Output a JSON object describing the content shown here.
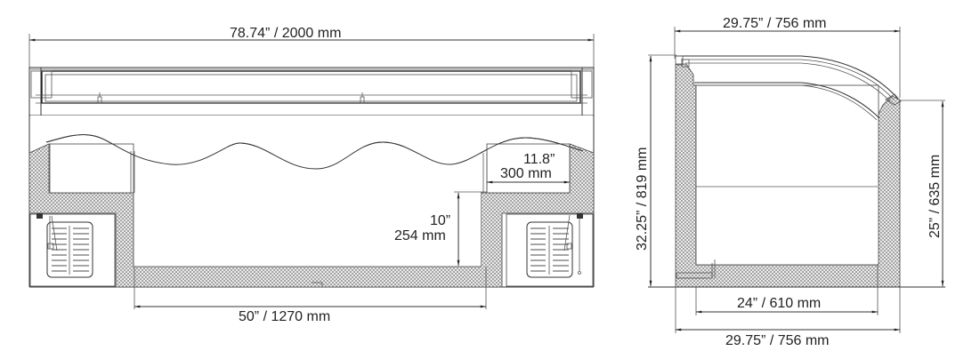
{
  "drawing": {
    "front_view": {
      "overall_width_label": "78.74” / 2000 mm",
      "inner_width_label": "50” / 1270 mm",
      "depth_label_in": "10”",
      "depth_label_mm": "254 mm",
      "shelf_label_in": "11.8”",
      "shelf_label_mm": "300 mm"
    },
    "side_view": {
      "top_width_label": "29.75” / 756 mm",
      "bottom_width_label": "29.75” / 756 mm",
      "inner_width_label": "24” / 610 mm",
      "overall_height_label": "32.25” / 819 mm",
      "front_height_label": "25” / 635 mm"
    },
    "colors": {
      "line": "#333333",
      "text": "#222222",
      "hatch": "#777777",
      "background": "#ffffff"
    }
  }
}
